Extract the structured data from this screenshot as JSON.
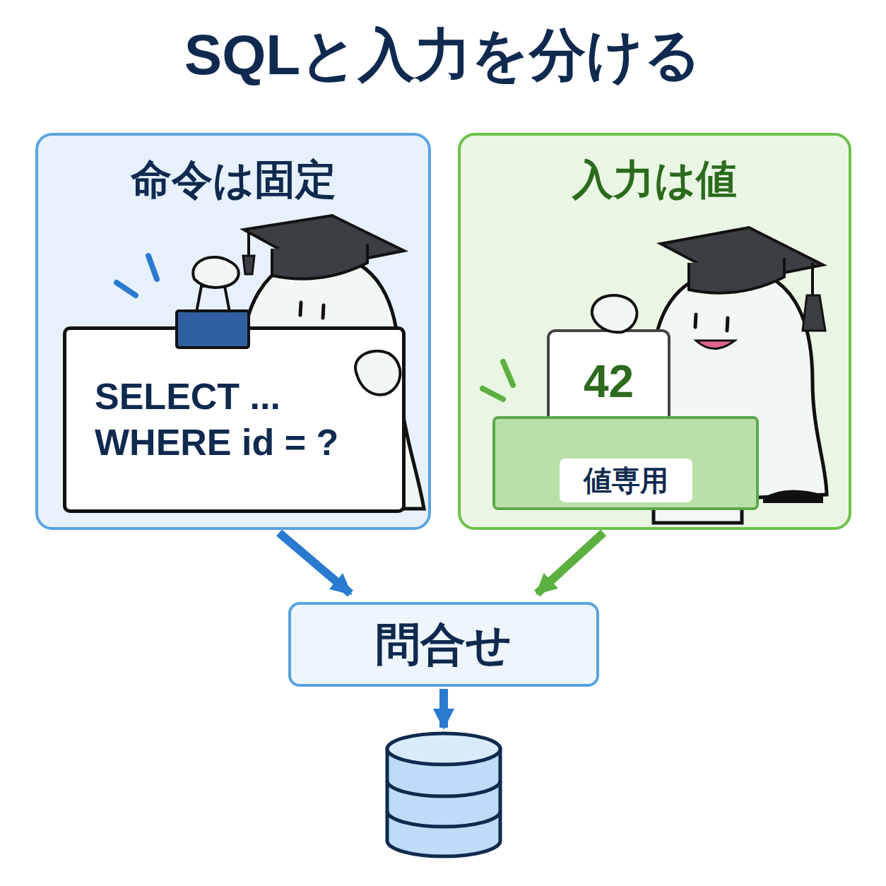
{
  "diagram": {
    "title": "SQLと入力を分ける",
    "nodes": [
      {
        "text": [
          "命令は固定"
        ]
      },
      {
        "text": [
          "SELECT ... WHERE id = ?"
        ],
        "in": 0
      },
      {
        "text": [
          "入力は値"
        ]
      },
      {
        "text": [
          "42"
        ],
        "in": 2
      },
      {
        "text": [
          "値専用"
        ],
        "in": 2
      },
      {
        "text": [
          "問合せ"
        ]
      }
    ],
    "edges": [
      {
        "from": 0,
        "to": 5,
        "arrow": "to"
      },
      {
        "from": 2,
        "to": 5,
        "arrow": "to"
      }
    ]
  }
}
